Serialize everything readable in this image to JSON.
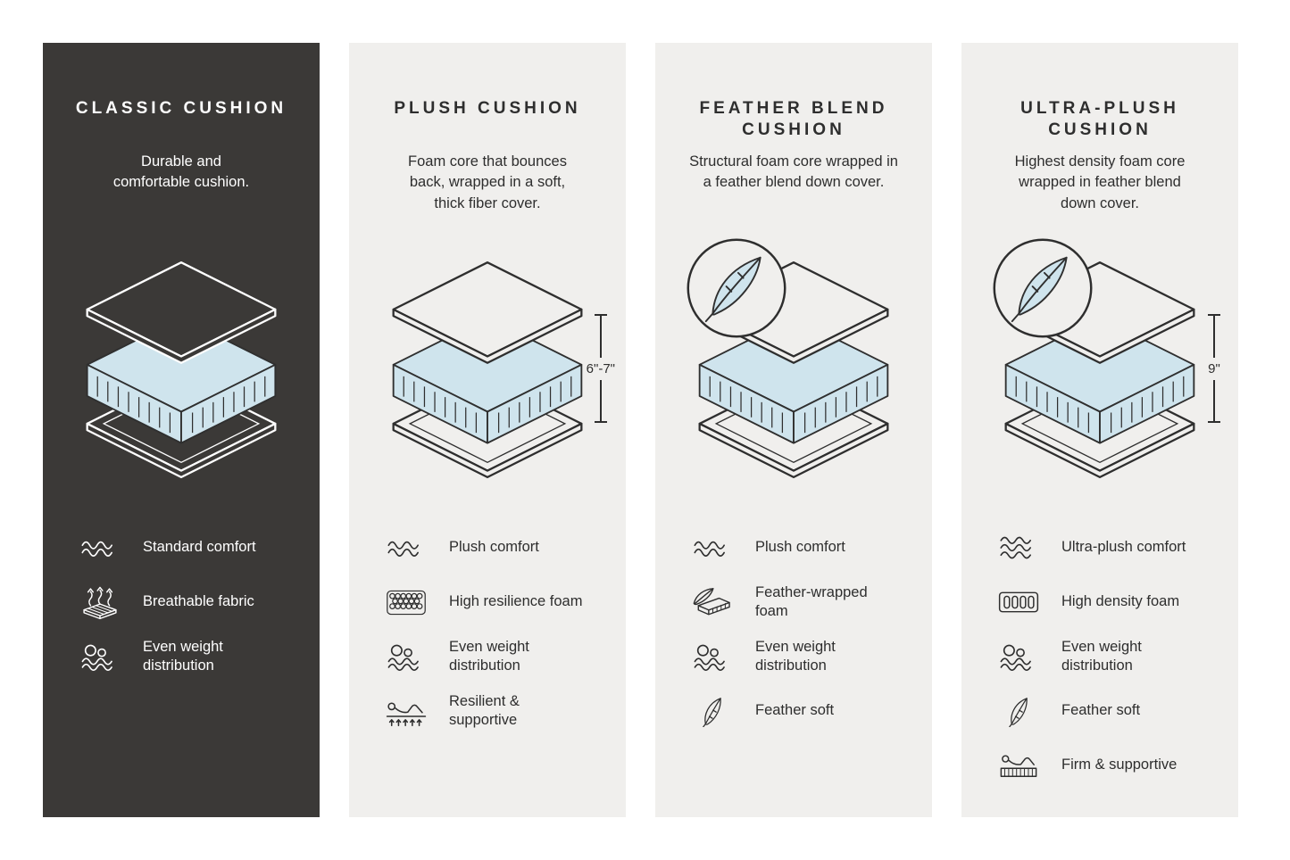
{
  "panels": [
    {
      "title": "CLASSIC CUSHION",
      "description": "Durable and\ncomfortable cushion.",
      "features": [
        {
          "icon": "waves-icon",
          "label": "Standard comfort"
        },
        {
          "icon": "breathable-fabric-icon",
          "label": "Breathable fabric"
        },
        {
          "icon": "weight-distribution-icon",
          "label": "Even weight distribution"
        }
      ]
    },
    {
      "title": "PLUSH CUSHION",
      "description": "Foam core that bounces\nback, wrapped in a soft,\nthick fiber cover.",
      "height_label": "6\"-7\"",
      "features": [
        {
          "icon": "waves-icon",
          "label": "Plush comfort"
        },
        {
          "icon": "resilience-foam-icon",
          "label": "High resilience foam"
        },
        {
          "icon": "weight-distribution-icon",
          "label": "Even weight distribution"
        },
        {
          "icon": "resilient-supportive-icon",
          "label": "Resilient & supportive"
        }
      ]
    },
    {
      "title": "FEATHER BLEND\nCUSHION",
      "description": "Structural foam core wrapped in\na feather blend down cover.",
      "features": [
        {
          "icon": "waves-icon",
          "label": "Plush comfort"
        },
        {
          "icon": "feather-foam-icon",
          "label": "Feather-wrapped foam"
        },
        {
          "icon": "weight-distribution-icon",
          "label": "Even weight distribution"
        },
        {
          "icon": "feather-icon",
          "label": "Feather soft"
        }
      ]
    },
    {
      "title": "ULTRA-PLUSH\nCUSHION",
      "description": "Highest density foam core\nwrapped in feather blend\ndown cover.",
      "height_label": "9\"",
      "features": [
        {
          "icon": "waves-3-icon",
          "label": "Ultra-plush comfort"
        },
        {
          "icon": "density-foam-icon",
          "label": "High density foam"
        },
        {
          "icon": "weight-distribution-icon",
          "label": "Even weight distribution"
        },
        {
          "icon": "feather-icon",
          "label": "Feather soft"
        },
        {
          "icon": "firm-supportive-icon",
          "label": "Firm & supportive"
        }
      ]
    }
  ],
  "colors": {
    "panel_dark": "#3b3937",
    "panel_light": "#f0efed",
    "foam_blue": "#cfe4ed",
    "text_dark": "#2e2e2e",
    "text_light": "#ffffff"
  }
}
